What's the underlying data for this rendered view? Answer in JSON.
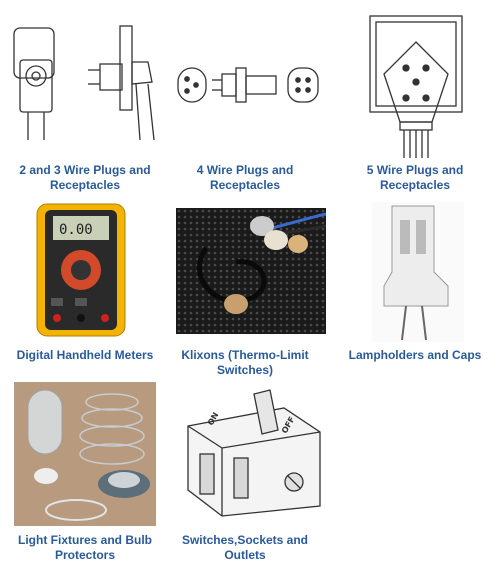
{
  "products": [
    {
      "label_line1": "2 and 3 Wire Plugs and",
      "label_line2": "Receptacles",
      "image": "plug-receptacle-drawing"
    },
    {
      "label_line1": "4 Wire Plugs and",
      "label_line2": "Receptacles",
      "image": "four-wire-plug-drawing"
    },
    {
      "label_line1": "5 Wire Plugs and",
      "label_line2": "Receptacles",
      "image": "five-wire-plug-drawing"
    },
    {
      "label_line1": "Digital Handheld Meters",
      "label_line2": "",
      "image": "multimeter-photo"
    },
    {
      "label_line1": "Klixons (Thermo-Limit",
      "label_line2": "Switches)",
      "image": "klixon-photo"
    },
    {
      "label_line1": "Lampholders and Caps",
      "label_line2": "",
      "image": "lampholder-photo"
    },
    {
      "label_line1": "Light Fixtures and Bulb",
      "label_line2": "Protectors",
      "image": "light-fixture-photo"
    },
    {
      "label_line1": "Switches,Sockets and",
      "label_line2": "Outlets",
      "image": "switch-drawing"
    }
  ],
  "colors": {
    "label": "#2a5a98",
    "meter_yellow": "#f2b400",
    "dark_photo": "#1e1e1e"
  }
}
